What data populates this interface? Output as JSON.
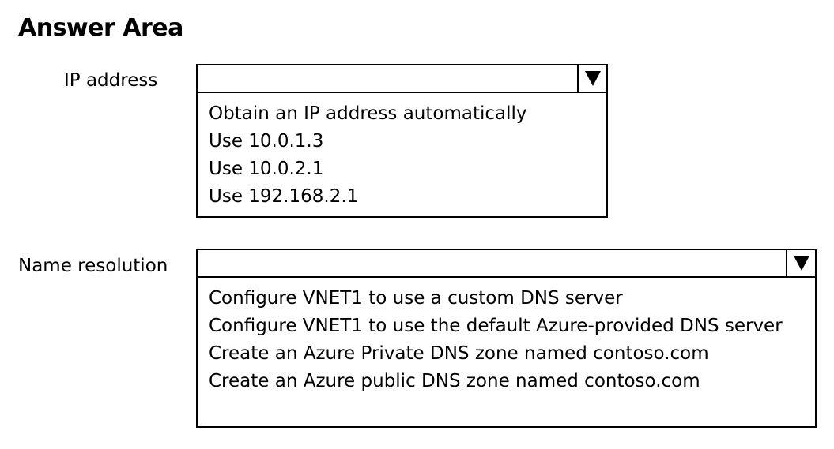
{
  "title": "Answer Area",
  "ip_address": {
    "label": "IP address",
    "selected_value": "",
    "options": [
      "Obtain an IP address automatically",
      "Use 10.0.1.3",
      "Use 10.0.2.1",
      "Use 192.168.2.1"
    ]
  },
  "name_resolution": {
    "label": "Name resolution",
    "selected_value": "",
    "options": [
      "Configure VNET1 to use a custom DNS server",
      "Configure VNET1 to use the default Azure-provided DNS server",
      "Create an Azure Private DNS zone named contoso.com",
      "Create an Azure public DNS zone named contoso.com"
    ]
  }
}
